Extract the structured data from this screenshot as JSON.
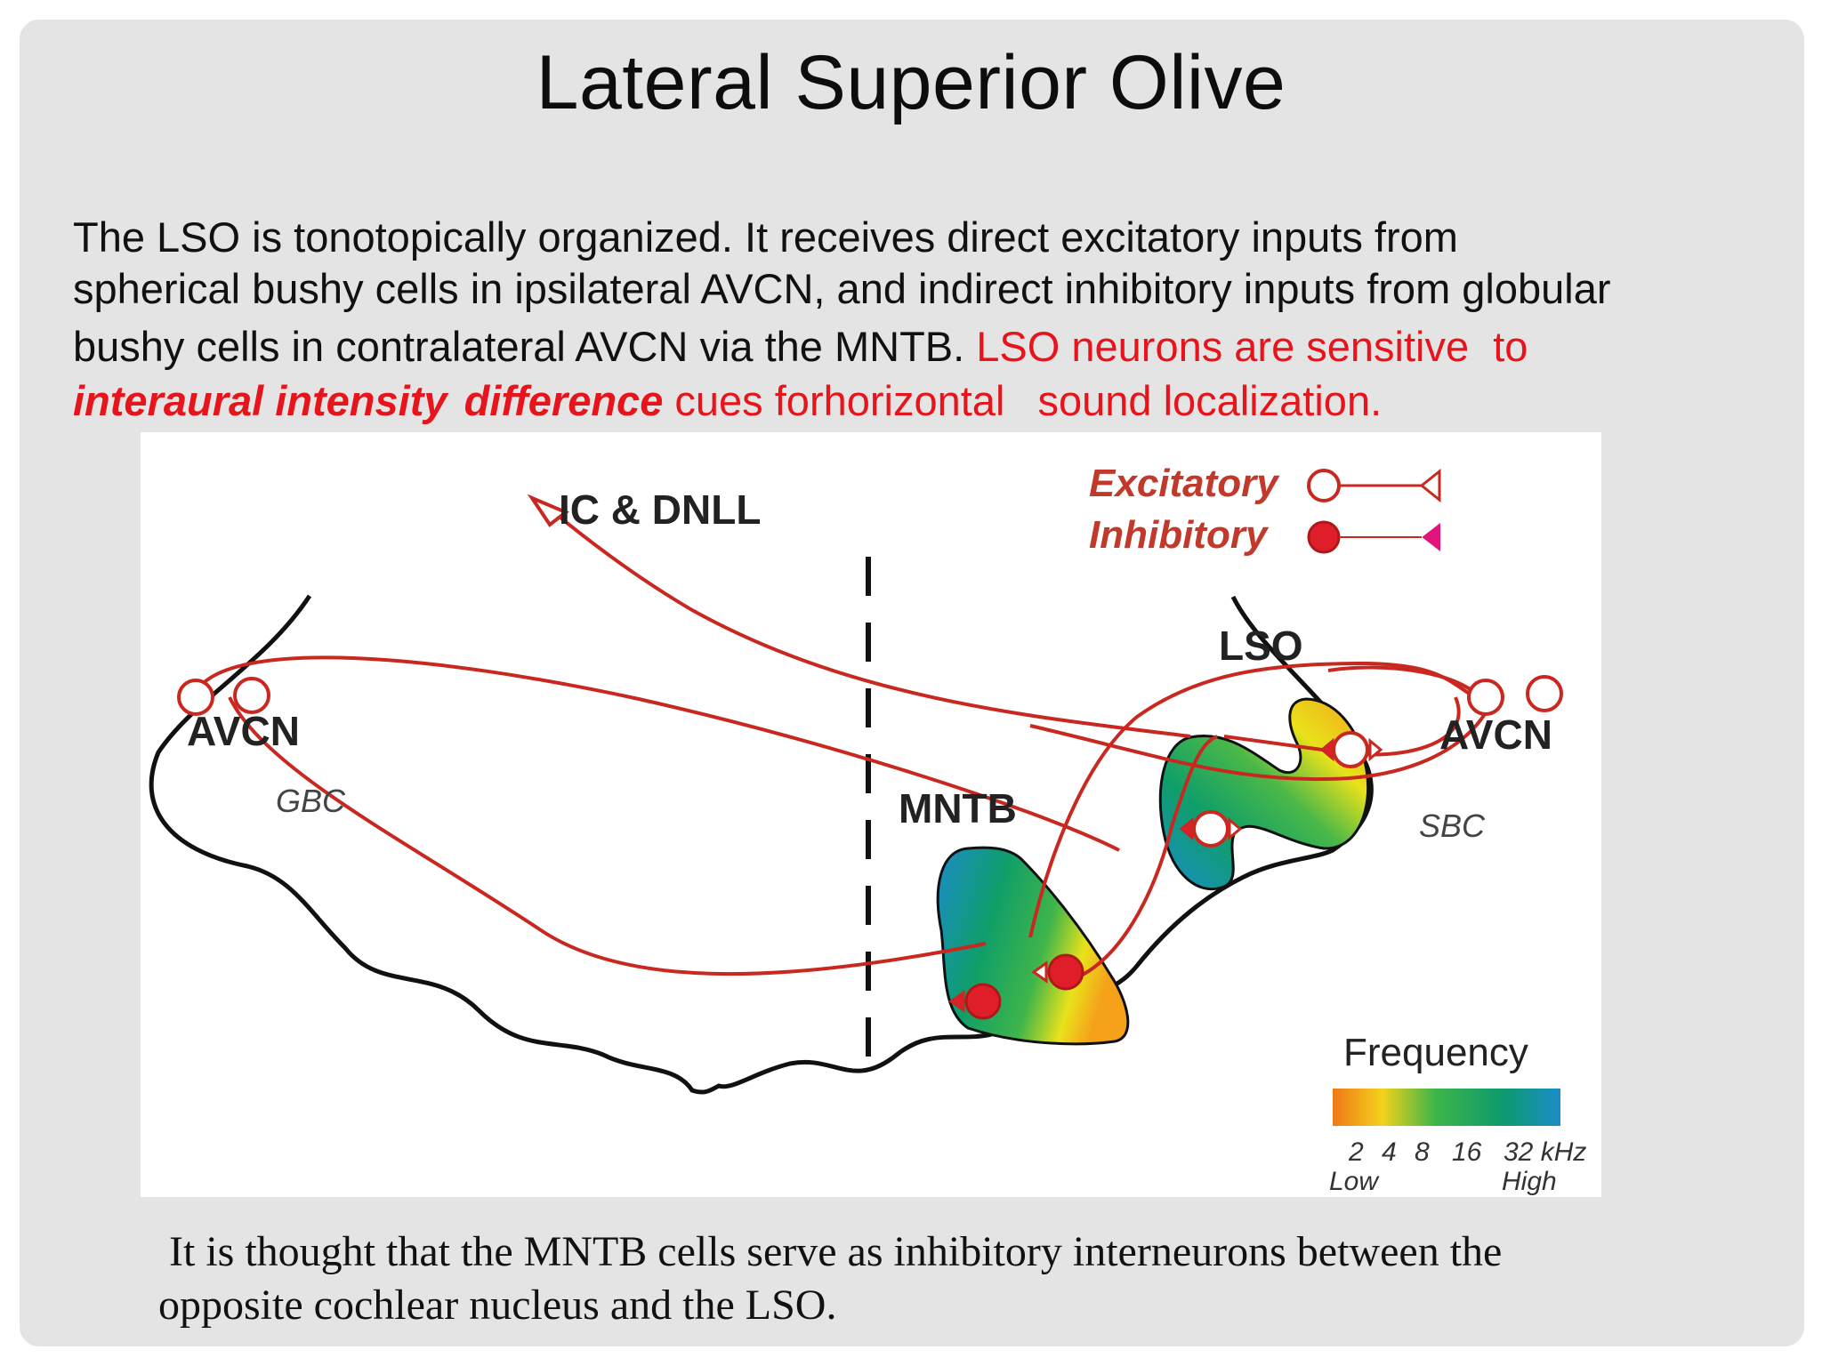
{
  "slide": {
    "title": "Lateral Superior Olive",
    "paragraph": {
      "line1": "The LSO is tonotopically organized. It receives direct excitatory inputs from",
      "line2": "spherical bushy cells in ipsilateral AVCN, and indirect inhibitory inputs from globular",
      "line3_black": "bushy cells in contralateral AVCN via the MNTB.",
      "line3_red_a": "LSO neurons are sensitive",
      "line3_red_b": "to",
      "line4_bold_a": "interaural intensity",
      "line4_bold_b": "difference",
      "line4_red_a": "cues for",
      "line4_red_b": "horizontal",
      "line4_red_c": "sound localization."
    },
    "caption": {
      "line1": "It is thought that the MNTB cells serve as inhibitory interneurons between the",
      "line2": "opposite cochlear nucleus and the LSO."
    }
  },
  "diagram": {
    "labels": {
      "ic_dnll": "IC & DNLL",
      "avcn_left": "AVCN",
      "gbc": "GBC",
      "mntb": "MNTB",
      "lso": "LSO",
      "avcn_right": "AVCN",
      "sbc": "SBC"
    },
    "legend": {
      "excitatory": "Excitatory",
      "inhibitory": "Inhibitory"
    },
    "frequency_scale": {
      "title": "Frequency",
      "ticks": [
        "2",
        "4",
        "8",
        "16",
        "32 kHz"
      ],
      "low": "Low",
      "high": "High"
    },
    "colors": {
      "pathway": "#c8281f",
      "inhibitory_terminal": "#e0147a",
      "legend_text": "#c0392b",
      "outline": "#111111"
    }
  }
}
